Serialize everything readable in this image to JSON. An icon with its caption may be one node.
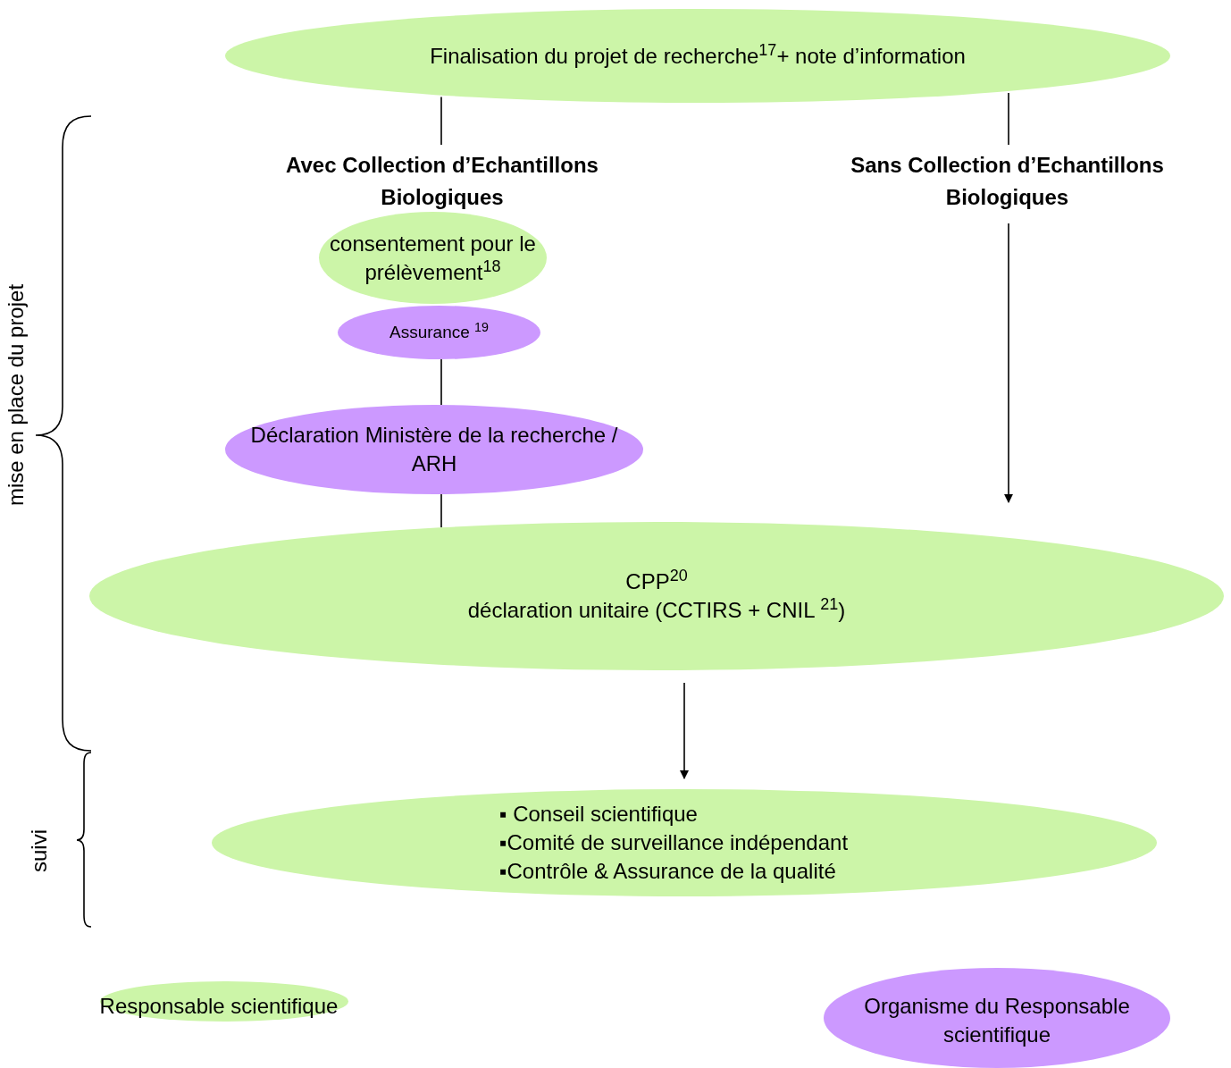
{
  "diagram": {
    "nodes": [
      {
        "text": [
          "Finalisation du projet de recherche$^{17}$+ note d’information"
        ]
      },
      {
        "text": [
          "Avec Collection d’Echantillons Biologiques"
        ]
      },
      {
        "text": [
          "Sans Collection d’Echantillons Biologiques"
        ]
      },
      {
        "text": [
          "consentement pour le prélèvement$^{18}$"
        ]
      },
      {
        "text": [
          "Assurance $^{19}$"
        ]
      },
      {
        "text": [
          "Déclaration Ministère de la recherche / ARH"
        ]
      },
      {
        "text": [
          "CPP$^{20}$",
          "déclaration unitaire (CCTIRS + CNIL $^{21}$)"
        ]
      },
      {
        "text": [
          "▪ Conseil scientifique",
          "▪Comité de surveillance indépendant",
          "▪Contrôle & Assurance de la qualité"
        ]
      }
    ],
    "edges": [
      {
        "from": 0,
        "to": 1,
        "arrow": "none"
      },
      {
        "from": 0,
        "to": 2,
        "arrow": "none"
      },
      {
        "from": 4,
        "to": 5,
        "arrow": "none"
      },
      {
        "from": 5,
        "to": 6,
        "arrow": "none"
      },
      {
        "from": 2,
        "to": 6,
        "arrow": "to"
      },
      {
        "from": 6,
        "to": 7,
        "arrow": "to"
      }
    ],
    "labels": [
      "mise en place du projet",
      "suivi"
    ],
    "legend": [
      {
        "text": "Responsable scientifique",
        "color": "#ccf5a8"
      },
      {
        "text": "Organisme du Responsable scientifique",
        "color": "#cc99ff"
      }
    ]
  }
}
